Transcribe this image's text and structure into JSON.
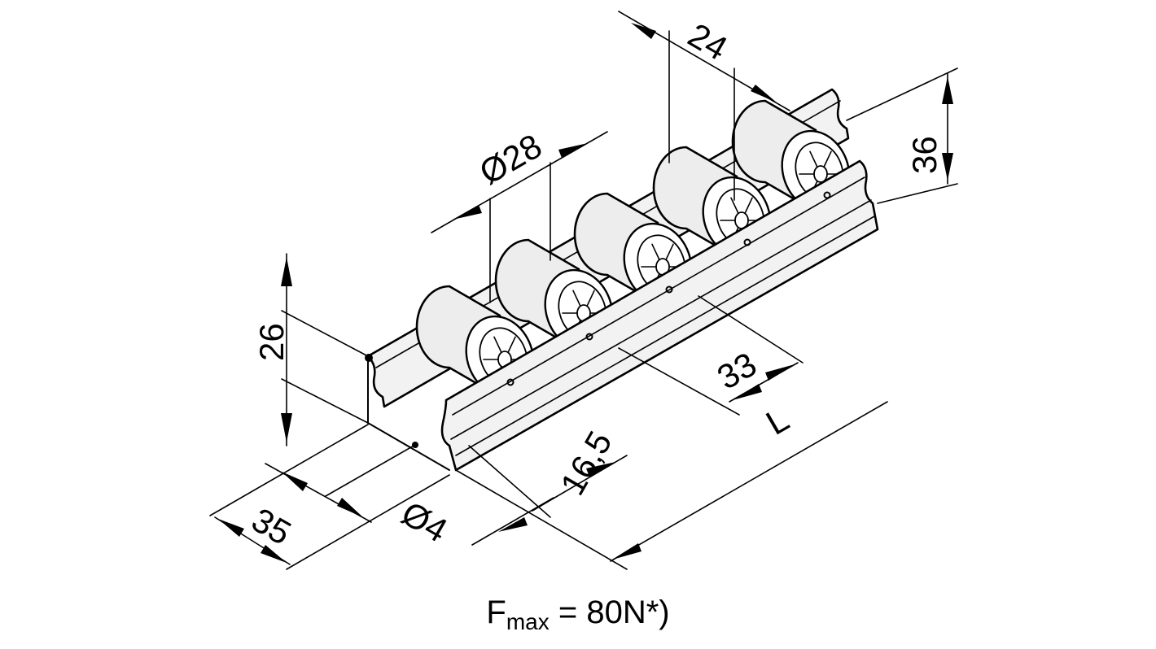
{
  "dimensions": {
    "roller_pitch": "24",
    "roller_diameter": "Ø28",
    "total_height": "36",
    "rail_height": "26",
    "axle_offset": "33",
    "length": "L",
    "rail_width": "35",
    "hole_diameter": "Ø4",
    "hole_offset": "16,5"
  },
  "formula": {
    "symbol": "F",
    "subscript": "max",
    "relation": "= 80N*)"
  },
  "roller_count": 5
}
